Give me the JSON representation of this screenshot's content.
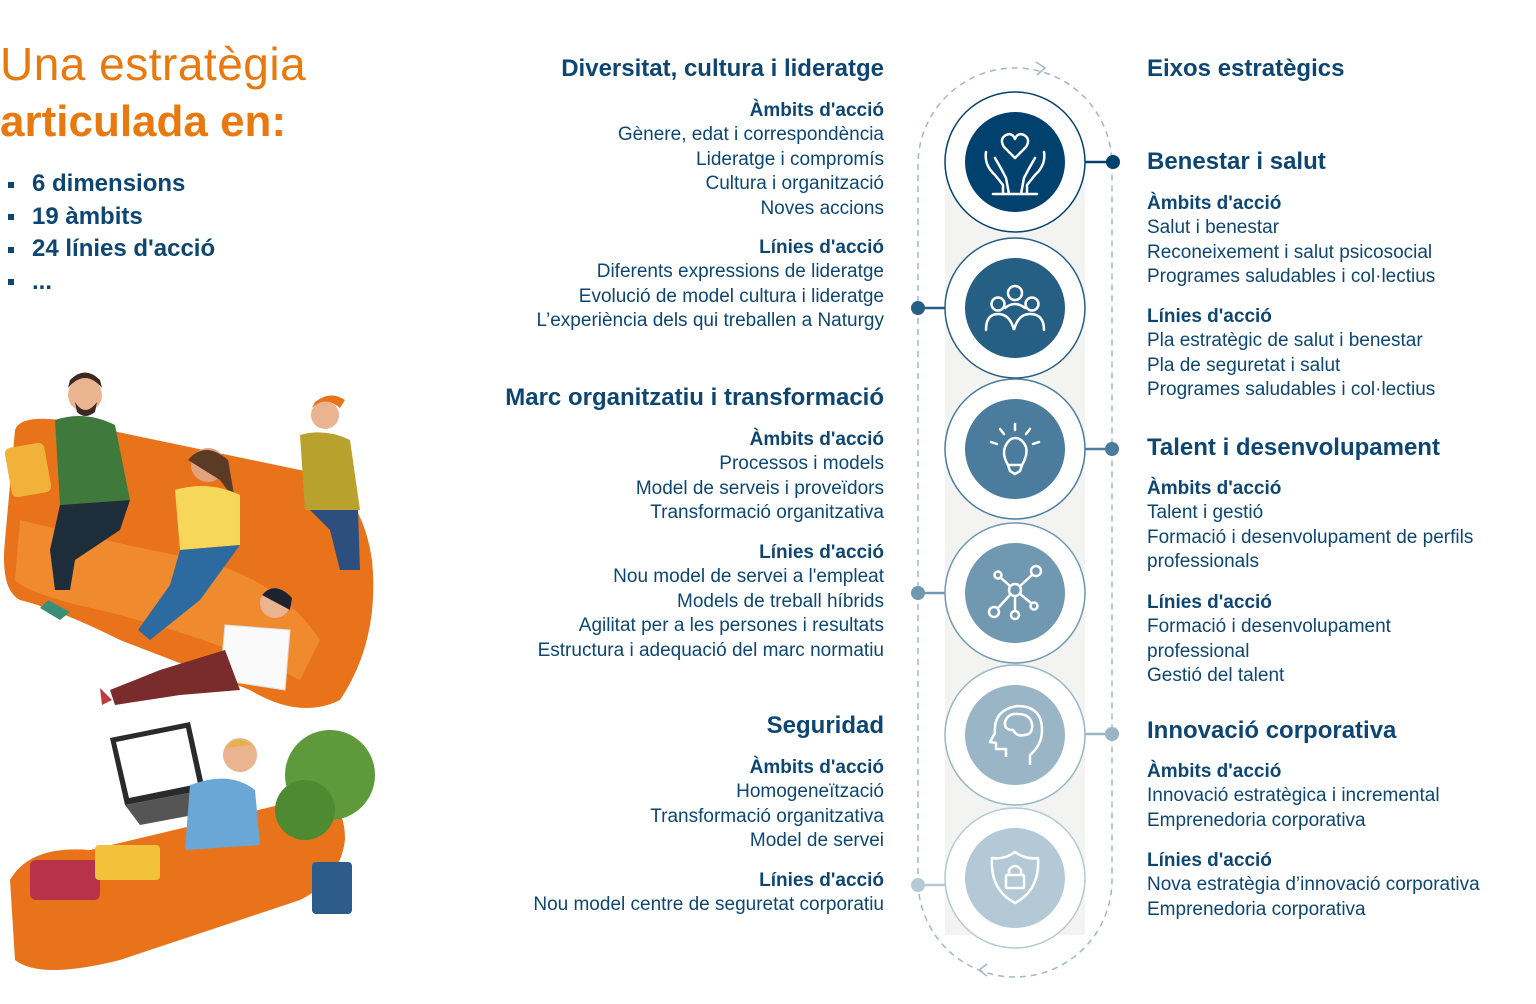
{
  "intro": {
    "title_light": "Una estratègia",
    "title_bold": "articulada en:",
    "bullets": [
      "6 dimensions",
      "19 àmbits",
      "24 línies d'acció",
      "..."
    ]
  },
  "labels": {
    "ambits": "Àmbits d'acció",
    "linies": "Línies d'acció"
  },
  "left_dimensions": [
    {
      "title": "Diversitat, cultura i lideratge",
      "ambits": [
        "Gènere, edat i correspondència",
        "Lideratge i compromís",
        "Cultura i organització",
        "Noves accions"
      ],
      "linies": [
        "Diferents expressions de lideratge",
        "Evolució de model cultura i lideratge",
        "L’experiència dels qui treballen a Naturgy"
      ]
    },
    {
      "title": "Marc organitzatiu i transformació",
      "ambits": [
        "Processos i models",
        "Model de serveis i proveïdors",
        "Transformació organitzativa"
      ],
      "linies": [
        "Nou model de servei a l'empleat",
        "Models de treball híbrids",
        "Agilitat per a les persones i resultats",
        "Estructura i adequació del marc normatiu"
      ]
    },
    {
      "title": "Seguridad",
      "ambits": [
        "Homogeneïtzació",
        "Transformació organitzativa",
        "Model de servei"
      ],
      "linies": [
        "Nou model centre de seguretat corporatiu"
      ]
    }
  ],
  "right_header": "Eixos estratègics",
  "right_dimensions": [
    {
      "title": "Benestar i salut",
      "ambits": [
        "Salut i benestar",
        "Reconeixement i salut psicosocial",
        "Programes saludables i col·lectius"
      ],
      "linies": [
        "Pla estratègic de salut i benestar",
        "Pla de seguretat i salut",
        "Programes saludables i col·lectius"
      ]
    },
    {
      "title": "Talent i desenvolupament",
      "ambits": [
        "Talent i gestió",
        "Formació i desenvolupament de perfils",
        "professionals"
      ],
      "linies": [
        "Formació i desenvolupament",
        "professional",
        "Gestió del talent"
      ]
    },
    {
      "title": "Innovació corporativa",
      "ambits": [
        "Innovació estratègica i incremental",
        "Emprenedoria corporativa"
      ],
      "linies": [
        "Nova estratègia d’innovació corporativa",
        "Emprenedoria corporativa"
      ]
    }
  ],
  "axis_icons": [
    "hands-heart-icon",
    "people-group-icon",
    "lightbulb-icon",
    "network-icon",
    "brain-head-icon",
    "shield-lock-icon"
  ],
  "colors": {
    "orange": "#e8790f",
    "navy": "#0d4672",
    "circle_1": "#00416e",
    "circle_2": "#265f84",
    "circle_3": "#4b7c9d",
    "circle_4": "#7098b0",
    "circle_5": "#9ab5c6",
    "circle_6": "#b3c9d6"
  }
}
